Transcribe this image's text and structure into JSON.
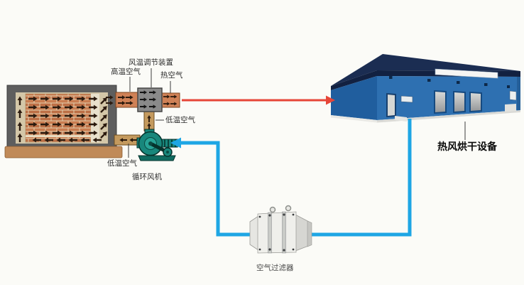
{
  "labels": {
    "temp_control_device": "风温调节装置",
    "high_temp_air": "高温空气",
    "hot_air": "热空气",
    "low_temp_air_bypass": "低温空气",
    "low_temp_air_return": "低温空气",
    "circulation_fan": "循环风机",
    "hot_air_drying_equipment": "热风烘干设备",
    "air_filter": "空气过滤器"
  },
  "colors": {
    "hot_air_line": "#e64638",
    "return_air_line": "#1ea6e4",
    "duct_orange": "#cf8156",
    "duct_tan": "#c49a5e",
    "valve_box_gray": "#8a8a8a",
    "fan_teal": "#18877c",
    "building_wall_blue": "#2e70b1",
    "building_end_blue": "#205e9e",
    "building_roof_navy": "#1b2d52",
    "furnace_frame_gray": "#5e5e5e",
    "furnace_base_tan": "#c08a58",
    "brick_orange": "#c97c50",
    "filter_body_gray": "#efefeb"
  }
}
